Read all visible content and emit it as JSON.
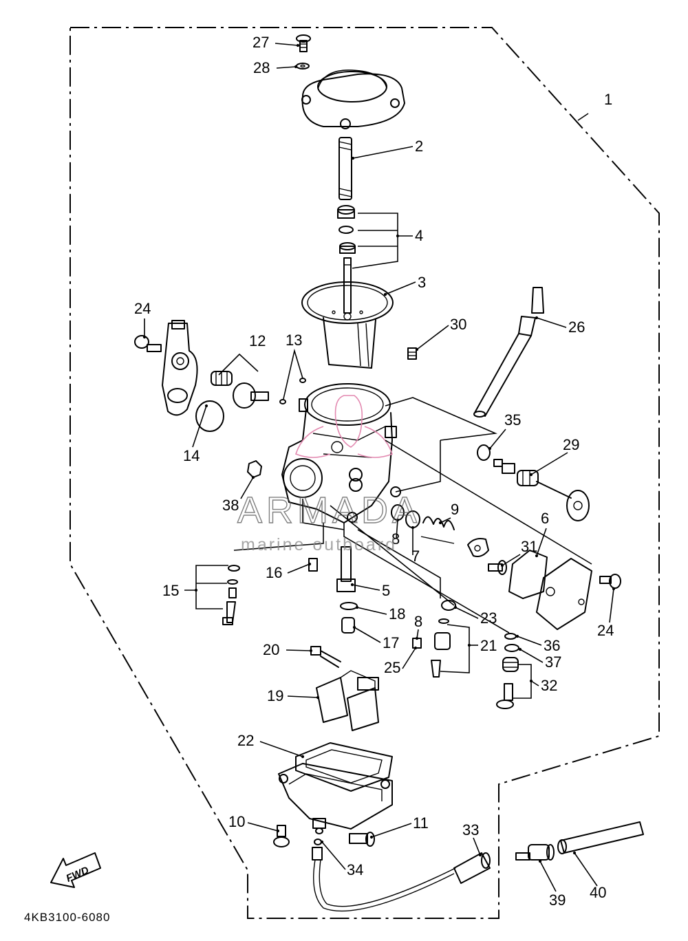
{
  "diagram": {
    "document_code": "4KB3100-6080",
    "direction_arrow": "FWD",
    "watermark": {
      "name": "ARMADA",
      "tagline": "marine outboard"
    },
    "parts": [
      {
        "id": "part-1",
        "label": "1"
      },
      {
        "id": "part-2",
        "label": "2"
      },
      {
        "id": "part-3",
        "label": "3"
      },
      {
        "id": "part-4",
        "label": "4"
      },
      {
        "id": "part-5",
        "label": "5"
      },
      {
        "id": "part-6",
        "label": "6"
      },
      {
        "id": "part-7",
        "label": "7"
      },
      {
        "id": "part-8a",
        "label": "8"
      },
      {
        "id": "part-8b",
        "label": "8"
      },
      {
        "id": "part-9",
        "label": "9"
      },
      {
        "id": "part-10",
        "label": "10"
      },
      {
        "id": "part-11",
        "label": "11"
      },
      {
        "id": "part-12",
        "label": "12"
      },
      {
        "id": "part-13",
        "label": "13"
      },
      {
        "id": "part-14",
        "label": "14"
      },
      {
        "id": "part-15",
        "label": "15"
      },
      {
        "id": "part-16",
        "label": "16"
      },
      {
        "id": "part-17",
        "label": "17"
      },
      {
        "id": "part-18",
        "label": "18"
      },
      {
        "id": "part-19",
        "label": "19"
      },
      {
        "id": "part-20",
        "label": "20"
      },
      {
        "id": "part-21",
        "label": "21"
      },
      {
        "id": "part-22",
        "label": "22"
      },
      {
        "id": "part-23",
        "label": "23"
      },
      {
        "id": "part-24a",
        "label": "24"
      },
      {
        "id": "part-24b",
        "label": "24"
      },
      {
        "id": "part-25",
        "label": "25"
      },
      {
        "id": "part-26",
        "label": "26"
      },
      {
        "id": "part-27",
        "label": "27"
      },
      {
        "id": "part-28",
        "label": "28"
      },
      {
        "id": "part-29",
        "label": "29"
      },
      {
        "id": "part-30",
        "label": "30"
      },
      {
        "id": "part-31",
        "label": "31"
      },
      {
        "id": "part-32",
        "label": "32"
      },
      {
        "id": "part-33",
        "label": "33"
      },
      {
        "id": "part-34",
        "label": "34"
      },
      {
        "id": "part-35",
        "label": "35"
      },
      {
        "id": "part-36",
        "label": "36"
      },
      {
        "id": "part-37",
        "label": "37"
      },
      {
        "id": "part-38",
        "label": "38"
      },
      {
        "id": "part-39",
        "label": "39"
      },
      {
        "id": "part-40",
        "label": "40"
      }
    ]
  }
}
